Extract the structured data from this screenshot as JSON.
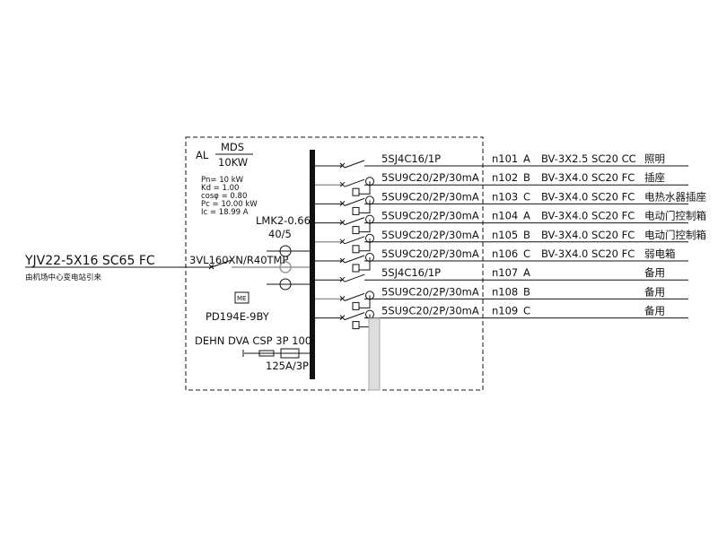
{
  "panel": {
    "name": "AL",
    "model": "MDS",
    "power": "10KW",
    "params": [
      "Pn= 10 kW",
      "Kd = 1.00",
      "cosφ = 0.80",
      "Pc = 10.00 kW",
      "Ic = 18.99 A"
    ],
    "ct_label": "LMK2-0.66",
    "ct_ratio": "40/5",
    "main_breaker": "3VL160XN/R40TMP",
    "meter_icon_label": "ME",
    "meter_model": "PD194E-9BY",
    "spd_label": "DEHN DVA CSP 3P 100",
    "spd_fuse": "125A/3P"
  },
  "incoming": {
    "cable": "YJV22-5X16 SC65 FC",
    "source": "由机场中心变电站引来"
  },
  "circuits": [
    {
      "breaker": "5SJ4C16/1P",
      "id": "n101",
      "phase": "A",
      "cable": "BV-3X2.5 SC20 CC",
      "load": "照明",
      "rcd": false
    },
    {
      "breaker": "5SU9C20/2P/30mA",
      "id": "n102",
      "phase": "B",
      "cable": "BV-3X4.0 SC20 FC",
      "load": "插座",
      "rcd": true
    },
    {
      "breaker": "5SU9C20/2P/30mA",
      "id": "n103",
      "phase": "C",
      "cable": "BV-3X4.0 SC20 FC",
      "load": "电热水器插座",
      "rcd": true
    },
    {
      "breaker": "5SU9C20/2P/30mA",
      "id": "n104",
      "phase": "A",
      "cable": "BV-3X4.0 SC20 FC",
      "load": "电动门控制箱",
      "rcd": true
    },
    {
      "breaker": "5SU9C20/2P/30mA",
      "id": "n105",
      "phase": "B",
      "cable": "BV-3X4.0 SC20 FC",
      "load": "电动门控制箱",
      "rcd": true
    },
    {
      "breaker": "5SU9C20/2P/30mA",
      "id": "n106",
      "phase": "C",
      "cable": "BV-3X4.0 SC20 FC",
      "load": "弱电箱",
      "rcd": true
    },
    {
      "breaker": "5SJ4C16/1P",
      "id": "n107",
      "phase": "A",
      "cable": "",
      "load": "备用",
      "rcd": false
    },
    {
      "breaker": "5SU9C20/2P/30mA",
      "id": "n108",
      "phase": "B",
      "cable": "",
      "load": "备用",
      "rcd": true
    },
    {
      "breaker": "5SU9C20/2P/30mA",
      "id": "n109",
      "phase": "C",
      "cable": "",
      "load": "备用",
      "rcd": true
    }
  ]
}
